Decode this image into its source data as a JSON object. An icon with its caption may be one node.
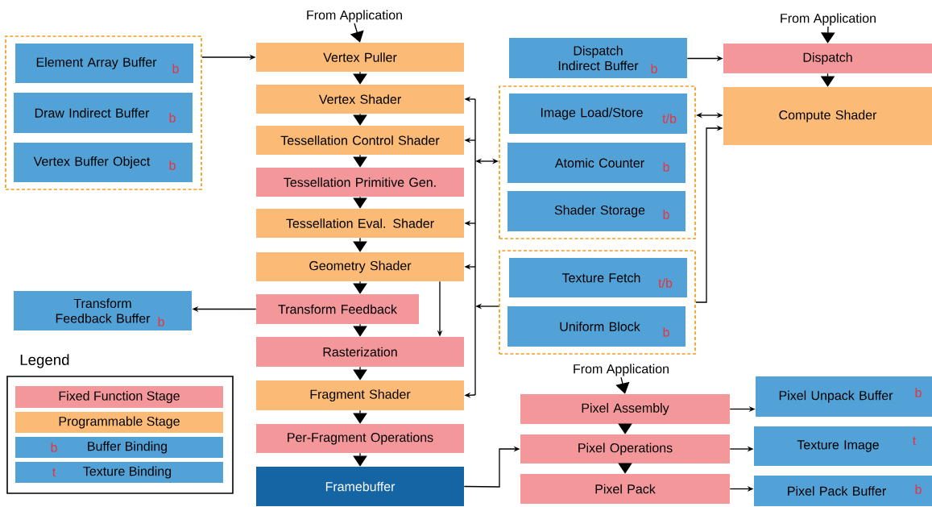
{
  "diagram": {
    "nodes": [
      {
        "text": [],
        "shape": "box"
      },
      {
        "text": [
          "Element Array Buffer",
          "b"
        ],
        "in": 0
      },
      {
        "text": [
          "Draw Indirect Buffer",
          "b"
        ],
        "in": 0
      },
      {
        "text": [
          "Vertex Buffer Object",
          "b"
        ],
        "in": 0
      },
      {
        "text": [
          "From Application"
        ]
      },
      {
        "text": [
          "Vertex Puller"
        ]
      },
      {
        "text": [
          "Vertex Shader"
        ]
      },
      {
        "text": [
          "Tessellation Control Shader"
        ]
      },
      {
        "text": [
          "Tessellation Primitive Gen."
        ]
      },
      {
        "text": [
          "Tessellation Eval. Shader"
        ]
      },
      {
        "text": [
          "Geometry Shader"
        ]
      },
      {
        "text": [
          "Transform Feedback"
        ]
      },
      {
        "text": [
          "Rasterization"
        ]
      },
      {
        "text": [
          "Fragment Shader"
        ]
      },
      {
        "text": [
          "Per-Fragment Operations"
        ]
      },
      {
        "text": [
          "Framebuffer"
        ]
      },
      {
        "text": [
          "Transform Feedback Buffer",
          "b"
        ]
      },
      {
        "text": [
          "Dispatch Indirect Buffer",
          "b"
        ]
      },
      {
        "text": [
          "From Application"
        ]
      },
      {
        "text": [
          "Dispatch"
        ]
      },
      {
        "text": [
          "Compute Shader"
        ]
      },
      {
        "text": [],
        "shape": "box"
      },
      {
        "text": [
          "Image Load/Store",
          "t/b"
        ],
        "in": 21
      },
      {
        "text": [
          "Atomic Counter",
          "b"
        ],
        "in": 21
      },
      {
        "text": [
          "Shader Storage",
          "b"
        ],
        "in": 21
      },
      {
        "text": [],
        "shape": "box"
      },
      {
        "text": [
          "Texture Fetch",
          "t/b"
        ],
        "in": 25
      },
      {
        "text": [
          "Uniform Block",
          "b"
        ],
        "in": 25
      },
      {
        "text": [
          "From Application"
        ]
      },
      {
        "text": [
          "Pixel Assembly"
        ]
      },
      {
        "text": [
          "Pixel Operations"
        ]
      },
      {
        "text": [
          "Pixel Pack"
        ]
      },
      {
        "text": [
          "Pixel Unpack Buffer",
          "b"
        ]
      },
      {
        "text": [
          "Texture Image",
          "t"
        ]
      },
      {
        "text": [
          "Pixel Pack Buffer",
          "b"
        ]
      }
    ],
    "edges": [
      {
        "from": 4,
        "to": 5,
        "arrow": "to"
      },
      {
        "from": 5,
        "to": 6,
        "arrow": "to"
      },
      {
        "from": 6,
        "to": 7,
        "arrow": "to"
      },
      {
        "from": 7,
        "to": 8,
        "arrow": "to"
      },
      {
        "from": 8,
        "to": 9,
        "arrow": "to"
      },
      {
        "from": 9,
        "to": 10,
        "arrow": "to"
      },
      {
        "from": 10,
        "to": 11,
        "arrow": "to"
      },
      {
        "from": 11,
        "to": 12,
        "arrow": "to"
      },
      {
        "from": 12,
        "to": 13,
        "arrow": "to"
      },
      {
        "from": 13,
        "to": 14,
        "arrow": "to"
      },
      {
        "from": 14,
        "to": 15,
        "arrow": "to"
      },
      {
        "from": 0,
        "to": 5,
        "arrow": "to"
      },
      {
        "from": 11,
        "to": 16,
        "arrow": "to"
      },
      {
        "from": 10,
        "to": 12,
        "arrow": "to"
      },
      {
        "from": 21,
        "to": 6,
        "arrow": "both"
      },
      {
        "from": 21,
        "to": 7,
        "arrow": "both"
      },
      {
        "from": 21,
        "to": 9,
        "arrow": "both"
      },
      {
        "from": 21,
        "to": 10,
        "arrow": "both"
      },
      {
        "from": 21,
        "to": 13,
        "arrow": "both"
      },
      {
        "from": 25,
        "to": 6,
        "arrow": "to"
      },
      {
        "from": 25,
        "to": 7,
        "arrow": "to"
      },
      {
        "from": 25,
        "to": 9,
        "arrow": "to"
      },
      {
        "from": 25,
        "to": 10,
        "arrow": "to"
      },
      {
        "from": 25,
        "to": 13,
        "arrow": "to"
      },
      {
        "from": 17,
        "to": 19,
        "arrow": "to"
      },
      {
        "from": 18,
        "to": 19,
        "arrow": "to"
      },
      {
        "from": 19,
        "to": 20,
        "arrow": "to"
      },
      {
        "from": 21,
        "to": 20,
        "arrow": "both"
      },
      {
        "from": 25,
        "to": 20,
        "arrow": "to"
      },
      {
        "from": 28,
        "to": 29,
        "arrow": "to"
      },
      {
        "from": 29,
        "to": 30,
        "arrow": "to"
      },
      {
        "from": 30,
        "to": 31,
        "arrow": "to"
      },
      {
        "from": 15,
        "to": 30,
        "arrow": "to"
      },
      {
        "from": 29,
        "to": 32,
        "arrow": "to"
      },
      {
        "from": 30,
        "to": 33,
        "arrow": "to"
      },
      {
        "from": 31,
        "to": 34,
        "arrow": "to"
      }
    ],
    "labels": [
      "Legend",
      "b",
      "t"
    ],
    "legend": [
      {
        "text": "Fixed Function Stage",
        "color": "#f4979a"
      },
      {
        "text": "Programmable Stage",
        "color": "#fbbb77"
      },
      {
        "text": "Buffer Binding",
        "color": "#52a2d8"
      },
      {
        "text": "Texture Binding",
        "color": "#52a2d8"
      }
    ]
  }
}
